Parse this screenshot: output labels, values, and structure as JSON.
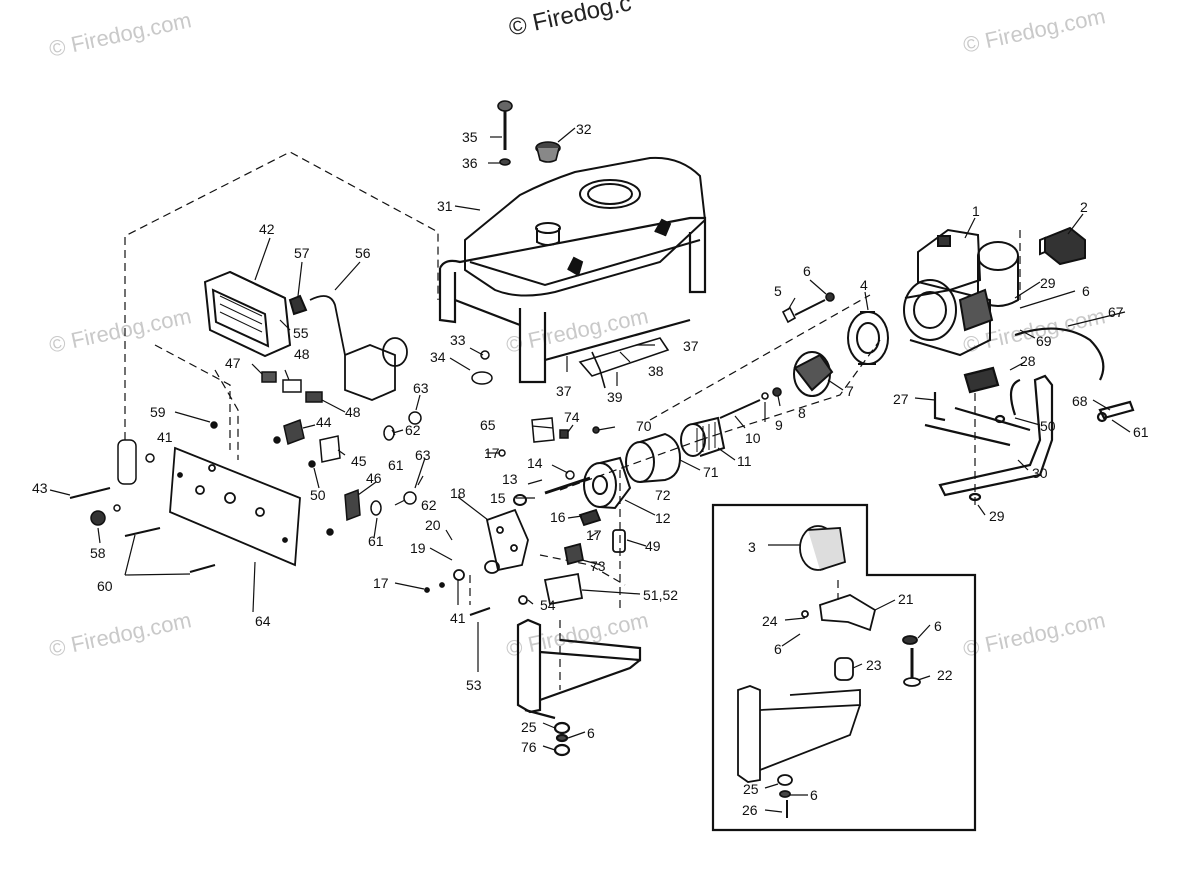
{
  "watermark": "© Firedog.com",
  "watermark_top": "© Firedog.c",
  "callouts": {
    "c1": "1",
    "c2": "2",
    "c3": "3",
    "c4": "4",
    "c5": "5",
    "c6": "6",
    "c7": "7",
    "c8": "8",
    "c9": "9",
    "c10": "10",
    "c11": "11",
    "c12": "12",
    "c13": "13",
    "c14": "14",
    "c15": "15",
    "c16": "16",
    "c17": "17",
    "c18": "18",
    "c19": "19",
    "c20": "20",
    "c21": "21",
    "c22": "22",
    "c23": "23",
    "c24": "24",
    "c25": "25",
    "c26": "26",
    "c27": "27",
    "c28": "28",
    "c29": "29",
    "c30": "30",
    "c31": "31",
    "c32": "32",
    "c33": "33",
    "c34": "34",
    "c35": "35",
    "c36": "36",
    "c37": "37",
    "c38": "38",
    "c39": "39",
    "c41": "41",
    "c42": "42",
    "c43": "43",
    "c44": "44",
    "c45": "45",
    "c46": "46",
    "c47": "47",
    "c48": "48",
    "c49": "49",
    "c50": "50",
    "c51_52": "51,52",
    "c53": "53",
    "c54": "54",
    "c55": "55",
    "c56": "56",
    "c57": "57",
    "c58": "58",
    "c59": "59",
    "c60": "60",
    "c61": "61",
    "c62": "62",
    "c63": "63",
    "c64": "64",
    "c65": "65",
    "c67": "67",
    "c68": "68",
    "c69": "69",
    "c70": "70",
    "c71": "71",
    "c72": "72",
    "c73": "73",
    "c74": "74",
    "c76": "76"
  }
}
